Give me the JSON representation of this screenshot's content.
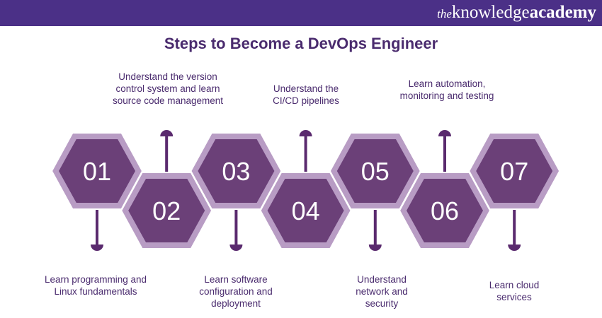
{
  "header": {
    "brand_prefix": "the",
    "brand_main": "knowledge",
    "brand_suffix": "academy"
  },
  "title": "Steps to Become a DevOps Engineer",
  "colors": {
    "header": "#4b3087",
    "hex_inner": "#6b4078",
    "hex_outer": "#b89cc4",
    "stem": "#5a2a6e"
  },
  "steps": [
    {
      "number": "01",
      "label": "Learn programming and Linux fundamentals"
    },
    {
      "number": "02",
      "label": "Understand the version control system and learn source code management"
    },
    {
      "number": "03",
      "label": "Learn software configuration and deployment"
    },
    {
      "number": "04",
      "label": "Understand the CI/CD pipelines"
    },
    {
      "number": "05",
      "label": "Understand network and security"
    },
    {
      "number": "06",
      "label": "Learn automation, monitoring and testing"
    },
    {
      "number": "07",
      "label": "Learn cloud services"
    }
  ]
}
